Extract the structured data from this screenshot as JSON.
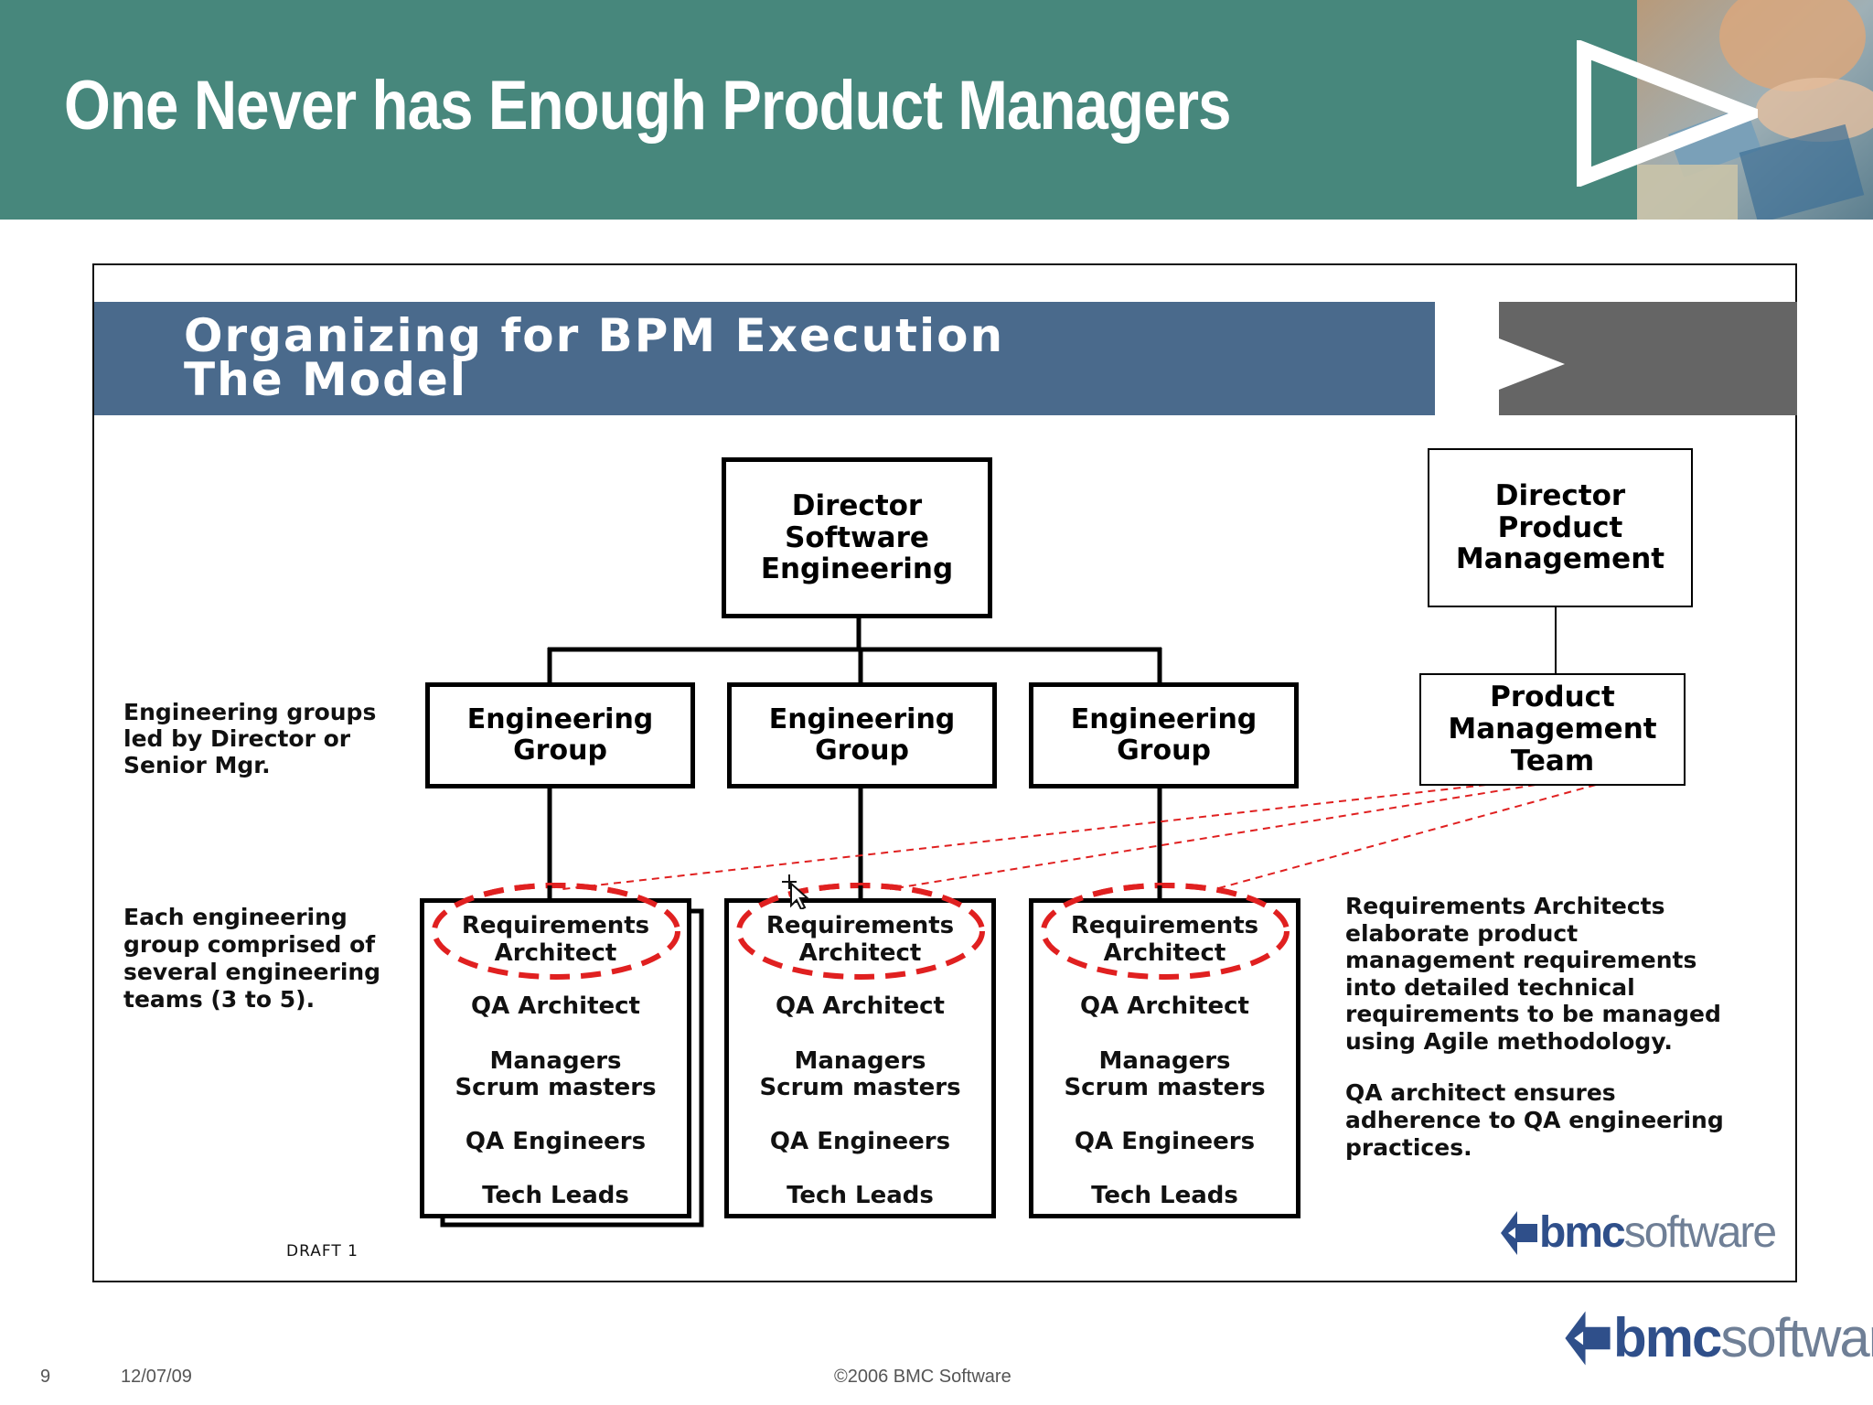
{
  "slide": {
    "title": "One Never has Enough Product Managers"
  },
  "inner": {
    "title_line1": "Organizing for BPM Execution",
    "title_line2": "The Model",
    "director_eng": [
      "Director",
      "Software",
      "Engineering"
    ],
    "director_pm": [
      "Director",
      "Product",
      "Management"
    ],
    "pm_team": [
      "Product",
      "Management",
      "Team"
    ],
    "eng_group": [
      "Engineering",
      "Group"
    ],
    "team_roles": {
      "req_architect": [
        "Requirements",
        "Architect"
      ],
      "qa_architect": "QA Architect",
      "managers": "Managers",
      "scrum_masters": "Scrum masters",
      "qa_engineers": "QA Engineers",
      "tech_leads": "Tech Leads"
    },
    "note_groups": [
      "Engineering groups",
      "led by Director or",
      "Senior Mgr."
    ],
    "note_teams": [
      "Each engineering",
      "group comprised of",
      "several engineering",
      "teams (3 to 5)."
    ],
    "note_req": [
      "Requirements Architects",
      "elaborate product",
      "management requirements",
      "into detailed technical",
      "requirements to be managed",
      "using Agile methodology."
    ],
    "note_qa": [
      "QA architect ensures",
      "adherence to QA engineering",
      "practices."
    ],
    "draft": "DRAFT  1"
  },
  "logo": {
    "bold": "bmc",
    "light": "software"
  },
  "footer": {
    "page": "9",
    "date": "12/07/09",
    "copyright": "©2006 BMC Software"
  },
  "colors": {
    "header_teal": "#47877c",
    "inner_banner_blue": "#4a6a8c",
    "grey_block": "#656565",
    "dashed_red": "#e02020",
    "logo_blue": "#2f4f8a"
  },
  "icons": [
    "play-arrow-icon",
    "move-cursor-icon",
    "bmc-logo-mark-icon"
  ]
}
